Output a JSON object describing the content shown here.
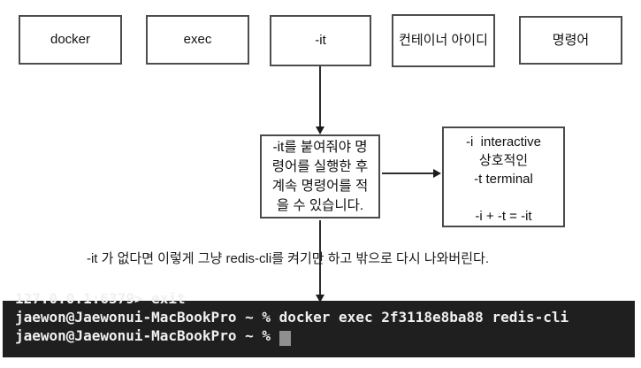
{
  "diagram": {
    "top_boxes": [
      {
        "label": "docker"
      },
      {
        "label": "exec"
      },
      {
        "label": "-it"
      },
      {
        "label": "컨테이너 아이디"
      },
      {
        "label": "명령어"
      }
    ],
    "note_box": {
      "text": "-it를 붙여줘야 명\n령어를 실행한 후\n계속 명령어를 적\n을 수 있습니다."
    },
    "info_box": {
      "text": "-i  interactive\n상호적인\n-t terminal\n\n-i + -t = -it"
    },
    "caption": "-it 가 없다면 이렇게 그냥 redis-cli를 켜기만 하고 밖으로 다시 나와버린다."
  },
  "terminal": {
    "clipped_line": "127.0.0.1:6379> exit",
    "line1": "jaewon@Jaewonui-MacBookPro ~ % docker exec 2f3118e8ba88 redis-cli",
    "line2_prompt": "jaewon@Jaewonui-MacBookPro ~ % ",
    "cursor": "block"
  },
  "colors": {
    "box_border": "#4d4d4d",
    "arrow": "#222222",
    "terminal_bg": "#1f1f1f",
    "terminal_text": "#f0f0f0",
    "cursor_gray": "#8f8f8f"
  }
}
